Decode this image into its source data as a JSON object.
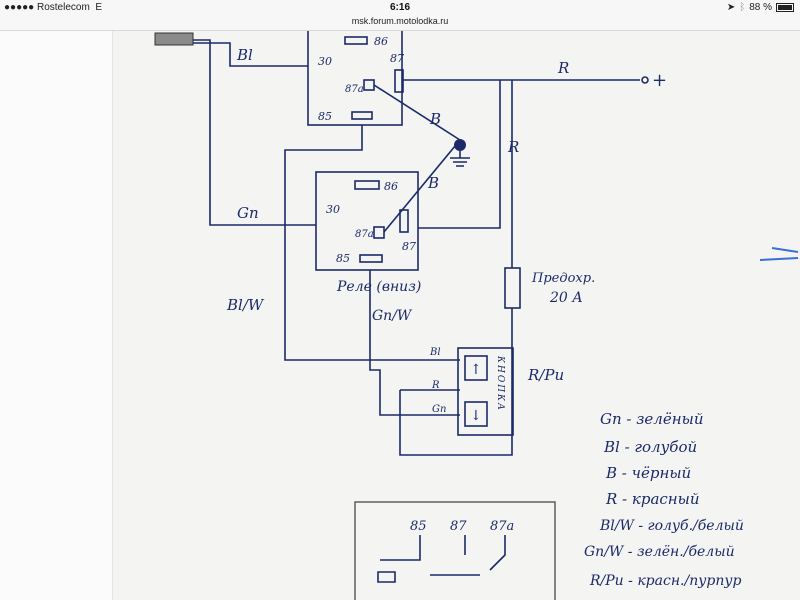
{
  "status_bar": {
    "carrier": "●●●●● Rostelecom",
    "network": "E",
    "time": "6:16",
    "url": "msk.forum.motolodka.ru",
    "battery": "88 %",
    "battery_level": 0.88,
    "icons": [
      "location-icon",
      "bluetooth-icon",
      "battery-icon"
    ]
  },
  "diagram": {
    "wires": {
      "bl": "Bl",
      "r_top": "R",
      "r_vert": "R",
      "b1": "B",
      "b2": "B",
      "gn": "Gn",
      "bl_w": "Bl/W",
      "gn_w": "Gn/W",
      "r_pu": "R/Pu",
      "plus": "+"
    },
    "relay1": {
      "pins": [
        "86",
        "30",
        "87",
        "87a",
        "85"
      ]
    },
    "relay2": {
      "pins": [
        "86",
        "30",
        "87a",
        "87",
        "85"
      ],
      "caption": "Реле (вниз)"
    },
    "fuse": {
      "label": "Предохр.",
      "rating": "20 А"
    },
    "button": {
      "label": "КНОПКА",
      "wires": [
        "Bl",
        "R",
        "Gn"
      ]
    },
    "legend": [
      "Gn - зелёный",
      "Bl - голубой",
      "B - чёрный",
      "R - красный",
      "Bl/W - голуб./белый",
      "Gn/W - зелён./белый",
      "R/Pu - красн./пурпур"
    ],
    "bottom_box": {
      "pins": [
        "85",
        "87",
        "87a"
      ]
    }
  }
}
